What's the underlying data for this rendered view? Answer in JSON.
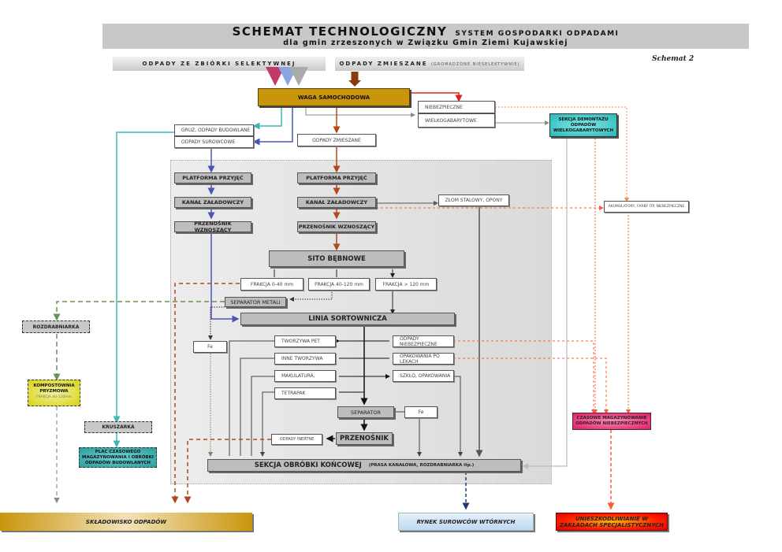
{
  "header": {
    "title_main": "SCHEMAT TECHNOLOGICZNY",
    "title_sub": "SYSTEM GOSPODARKI ODPADAMI",
    "title_line2": "dla gmin zrzeszonych w Związku Gmin Ziemi Kujawskiej",
    "schemat_label": "Schemat 2"
  },
  "sources": {
    "selective": "ODPADY ZE ZBIÓRKI SELEKTYWNEJ",
    "mixed": "ODPADY ZMIESZANE",
    "mixed_note": "(GROMADZONE NIESELEKTYWNIE)"
  },
  "nodes": {
    "waga": "WAGA SAMOCHODOWA",
    "niebezpieczne": "NIEBEZPIECZNE",
    "wielkogabarytowe": "WIELKOGABARYTOWE",
    "sekcja_demontazu": "SEKCJA DEMONTAŻU ODPADÓW WIELKOGABARYTOWYCH",
    "gruz": "GRUZ, ODPADY BUDOWLANE",
    "surowcowe": "ODPADY SUROWCOWE",
    "zmieszane": "ODPADY ZMIESZANE",
    "platforma_1": "PLATFORMA PRZYJĘĆ",
    "platforma_2": "PLATFORMA PRZYJĘĆ",
    "kanal_1": "KANAŁ ZAŁADOWCZY",
    "kanal_2": "KANAŁ ZAŁADOWCZY",
    "przenosnik_1": "PRZENOŚNIK WZNOSZĄCY",
    "przenosnik_2": "PRZENOŚNIK WZNOSZĄCY",
    "zlom": "ZŁOM STALOWY, OPONY",
    "akumulatory": "AKUMULATORY, FARBY ITP. NIEBEZPIECZNE",
    "sito": "SITO BĘBNOWE",
    "frakcja_0_40": "FRAKCJA  0-40 mm",
    "frakcja_40_120": "FRAKCJA 40-120 mm",
    "frakcja_120": "FRAKCJA  > 120 mm",
    "separator_metali": "SEPARATOR METALI",
    "linia": "LINIA SORTOWNICZA",
    "fe_left": "Fe",
    "tworzywa_pet": "TWORZYWA PET",
    "inne_tworzywa": "INNE TWORZYWA",
    "makulatura": "MAKULATURA,",
    "tetrapak": "TETRAPAK",
    "odpady_niebezpieczne": "ODPADY NIEBEZPIECZNE",
    "opakowania_lekach": "OPAKOWANIA PO LEKACH",
    "szklo": "SZKŁO, OPAKOWANIA",
    "separator": "SEPARATOR",
    "fe_right": "Fe",
    "przenosnik": "PRZENOŚNIK",
    "odpady_inertne": "ODPADY INERTNE",
    "sekcja_obrobki": "SEKCJA OBRÓBKI KOŃCOWEJ",
    "sekcja_obrobki_note": "(PRASA KANAŁOWA, ROZDRABNIARKA itp.)",
    "rozdrabniarka": "ROZDRABNIARKA",
    "kompostownia": "KOMPOSTOWNIA PRYZMOWA",
    "kompostownia_note": "FRAKCJA 40-120mm",
    "kruszarka": "KRUSZARKA",
    "plac": "PLAC CZASOWEGO MAGAZYNOWANIA I OBRÓBKI ODPADÓW BUDOWLANYCH",
    "czasowe": "CZASOWE MAGAZYNOWANIE ODPADÓW NIEBEZPIECZNYCH"
  },
  "outputs": {
    "skladowisko": "SKŁADOWISKO ODPADÓW",
    "rynek": "RYNEK SUROWCÓW WTÓRNYCH",
    "unieszkodliwianie": "UNIESZKODLIWIANIE W ZAKŁADACH SPECJALISTYCZNYCH"
  },
  "colors": {
    "mixed_flow": "#b04a1e",
    "selective_flow": "#4a55b5",
    "construction_flow": "#3ab8b8",
    "hazardous_flow": "#ff5a36",
    "compost_flow": "#6b8f5a",
    "neutral_flow": "#444444"
  }
}
